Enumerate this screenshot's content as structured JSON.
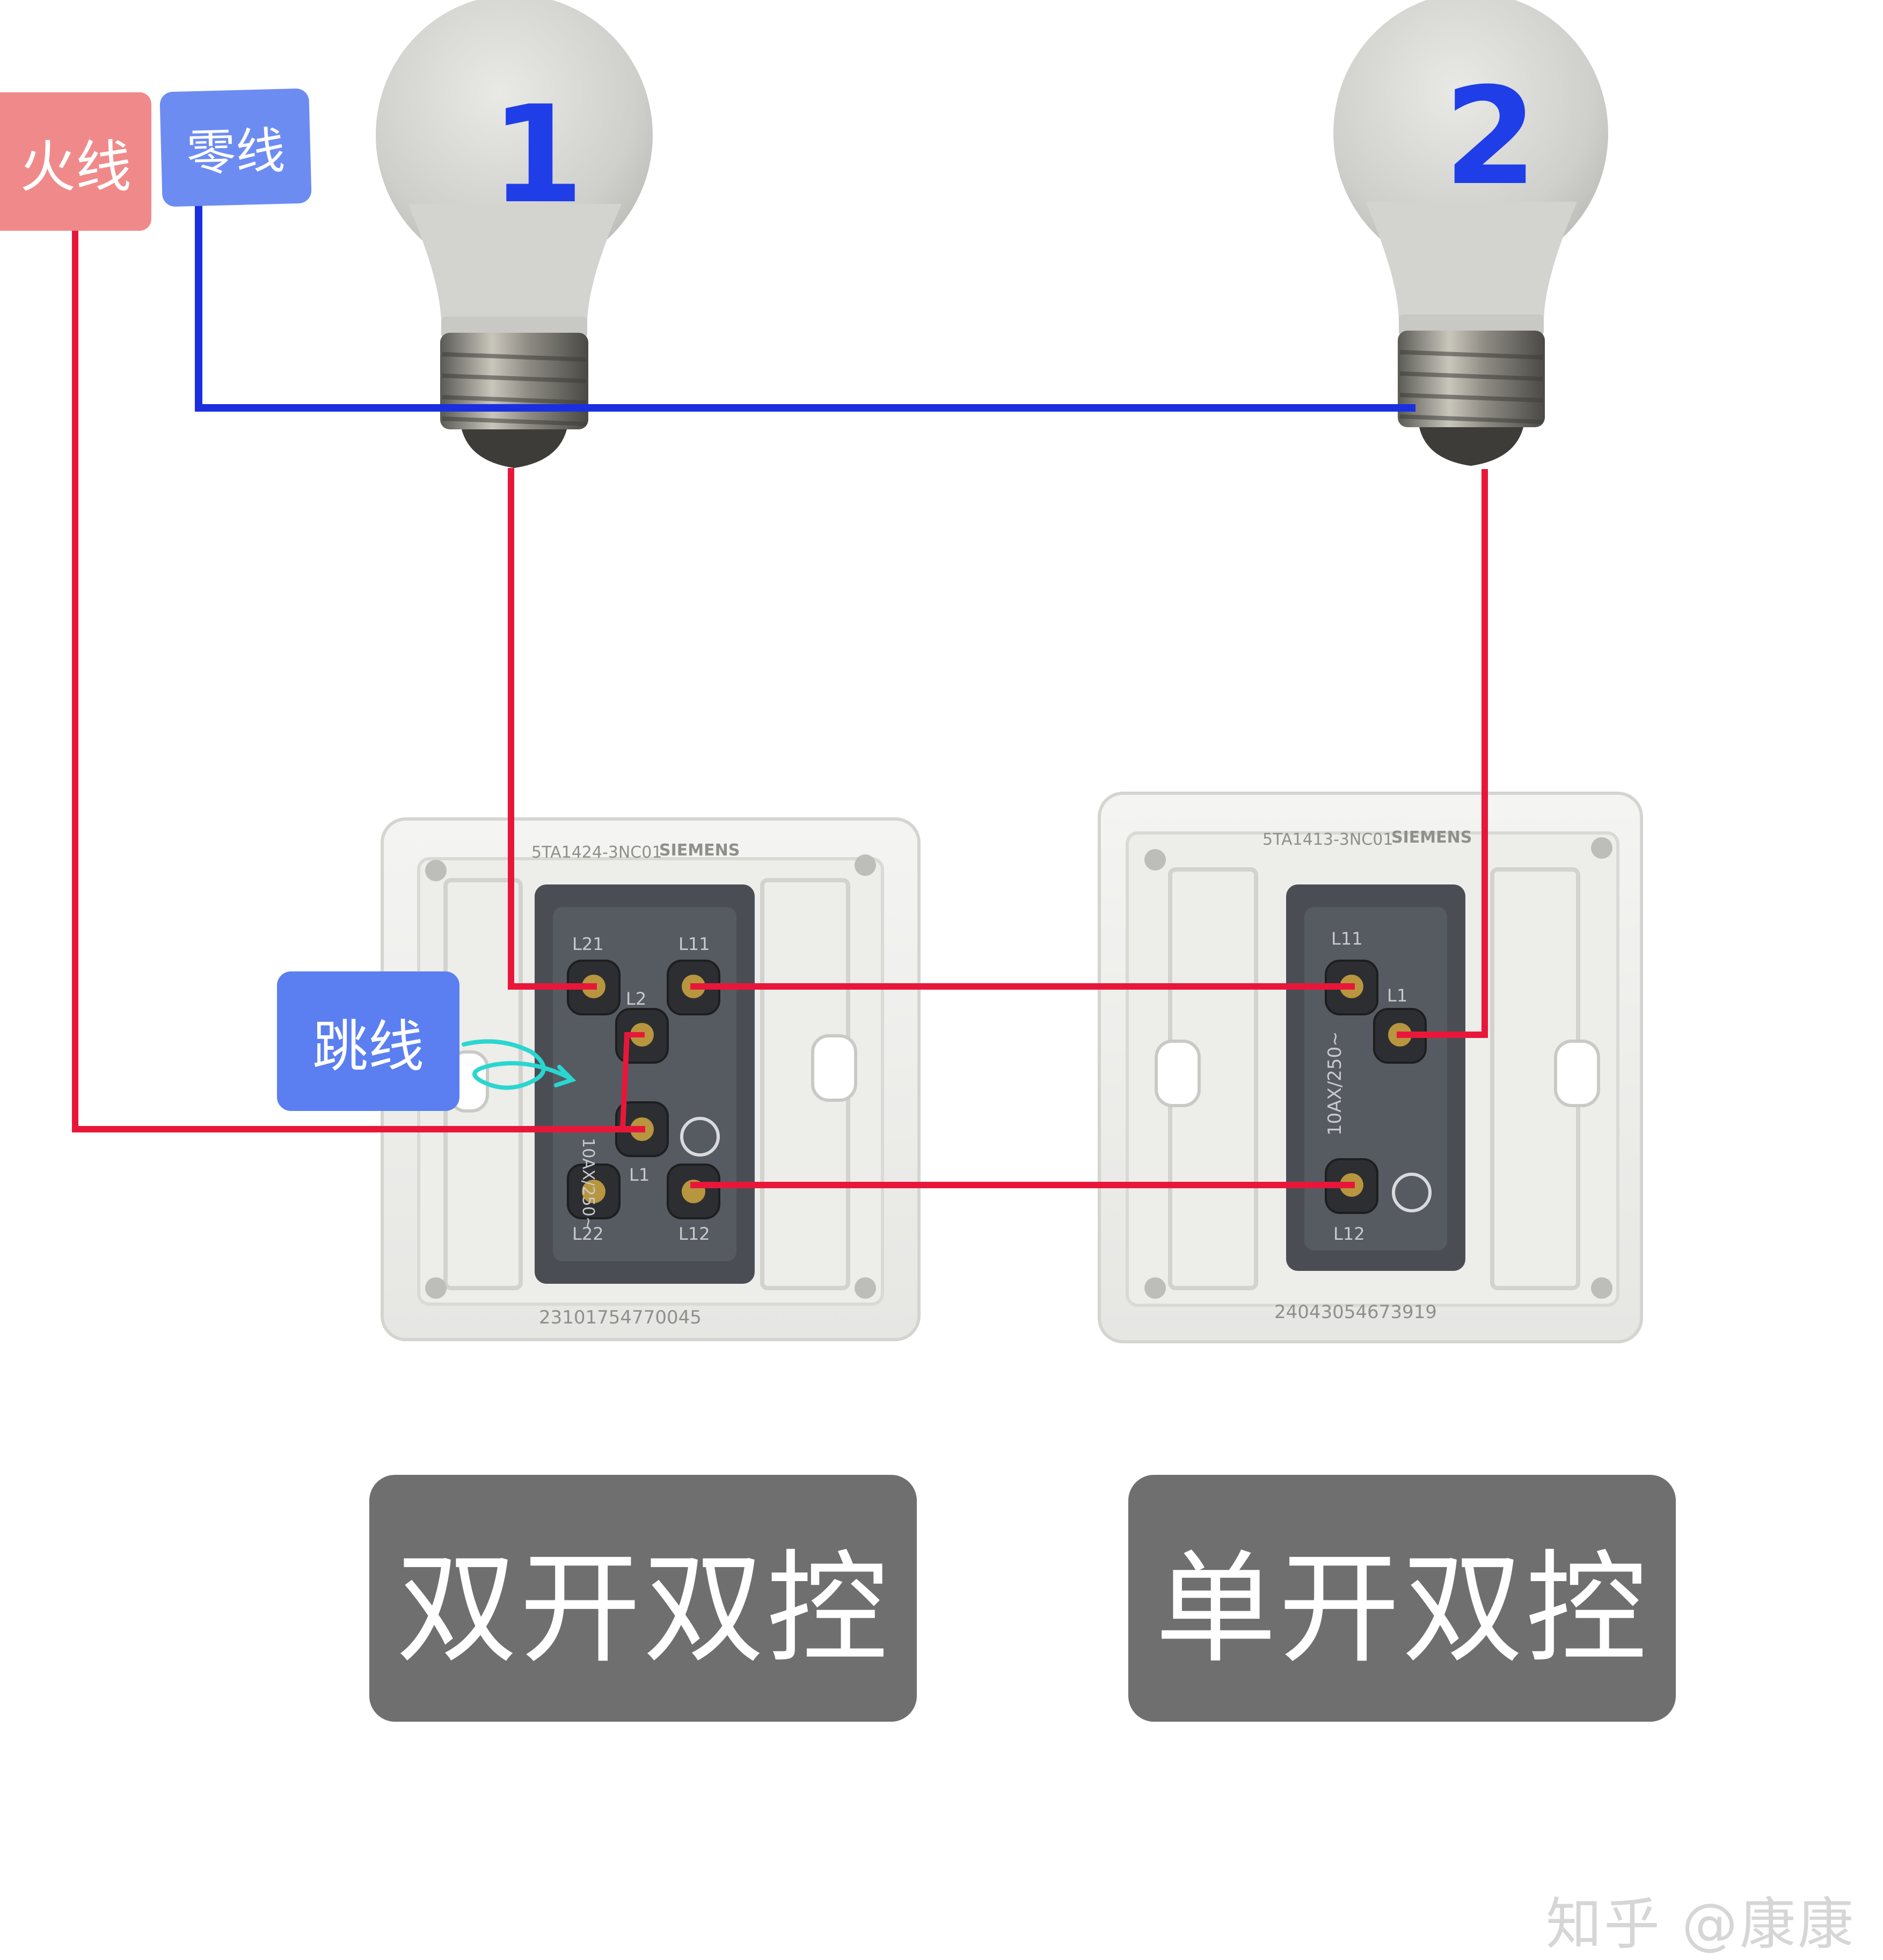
{
  "labels": {
    "live_wire": "火线",
    "neutral_wire": "零线",
    "jumper": "跳线"
  },
  "bulbs": [
    {
      "number": "1"
    },
    {
      "number": "2"
    }
  ],
  "switch_left": {
    "model": "5TA1424-3NC01",
    "brand": "SIEMENS",
    "serial": "23101754770045",
    "terminals": [
      "L21",
      "L11",
      "L2",
      "L1",
      "L22",
      "L12"
    ],
    "rating": "10AX/250~"
  },
  "switch_right": {
    "model": "5TA1413-3NC01",
    "brand": "SIEMENS",
    "serial": "24043054673919",
    "terminals": [
      "L11",
      "L1",
      "L12"
    ],
    "rating": "10AX/250~"
  },
  "captions": {
    "left": "双开双控",
    "right": "单开双控"
  },
  "watermark": "知乎 @康康",
  "colors": {
    "live_wire": "#e8173a",
    "neutral_wire": "#1a2fe0",
    "live_tag": "#f08a8a",
    "neutral_tag": "#6d8cf2",
    "jumper_tag": "#5b7ff0",
    "jumper_arrow": "#2ad6d0",
    "caption_bg": "#6f6f6f",
    "number": "#1f3ee8"
  }
}
